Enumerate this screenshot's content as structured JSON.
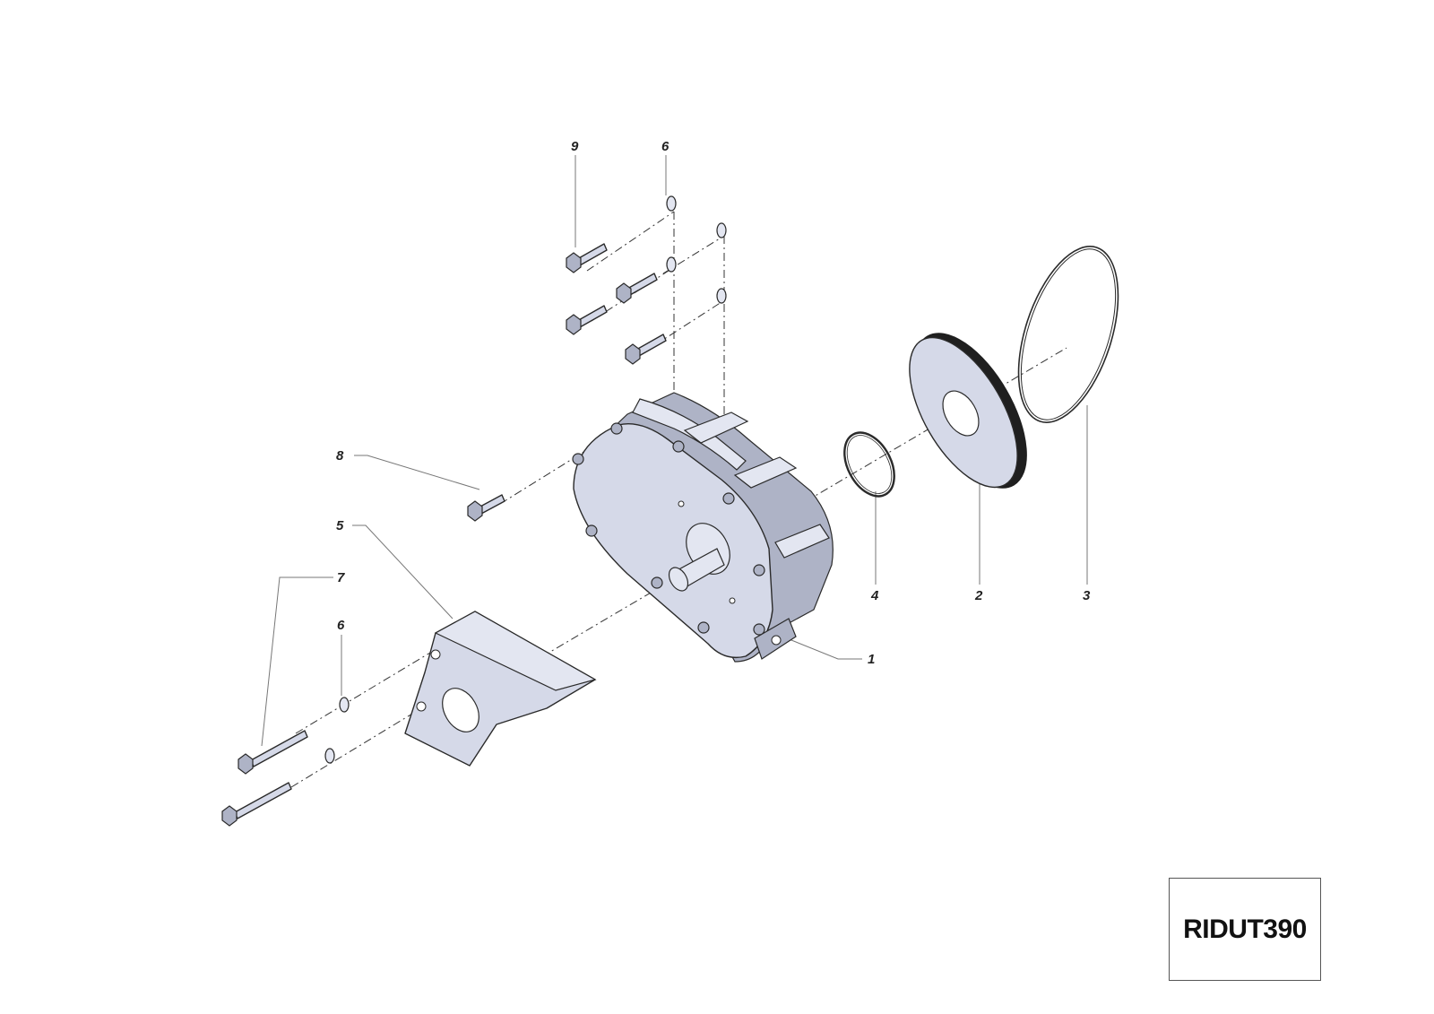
{
  "callouts": {
    "c9": "9",
    "c6_top": "6",
    "c8": "8",
    "c5": "5",
    "c7": "7",
    "c6_bottom": "6",
    "c4": "4",
    "c2": "2",
    "c3": "3",
    "c1": "1"
  },
  "drawing_code": "RIDUT390",
  "colors": {
    "part_fill": "#d5d9e8",
    "line": "#2a2a2a"
  }
}
